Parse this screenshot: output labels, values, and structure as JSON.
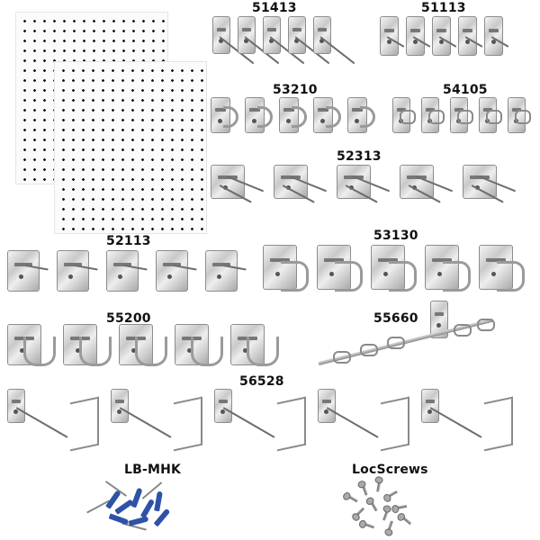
{
  "image": {
    "type": "product-kit-illustration",
    "background": "#ffffff"
  },
  "pegboards": [
    {
      "name": "pegboard-back",
      "color": "#fbfbfb",
      "hole_color": "#151515"
    },
    {
      "name": "pegboard-front",
      "color": "#fbfbfb",
      "hole_color": "#151515"
    }
  ],
  "groups": [
    {
      "id": "51413",
      "label": "51413",
      "count": 5,
      "style": "long-single-hook"
    },
    {
      "id": "51113",
      "label": "51113",
      "count": 5,
      "style": "short-single-hook"
    },
    {
      "id": "53210",
      "label": "53210",
      "count": 5,
      "style": "spring-clip"
    },
    {
      "id": "54105",
      "label": "54105",
      "count": 5,
      "style": "ring-holder"
    },
    {
      "id": "52313",
      "label": "52313",
      "count": 5,
      "style": "double-rod-hook"
    },
    {
      "id": "52113",
      "label": "52113",
      "count": 5,
      "style": "short-double-hook"
    },
    {
      "id": "53130",
      "label": "53130",
      "count": 5,
      "style": "wide-clip"
    },
    {
      "id": "55200",
      "label": "55200",
      "count": 5,
      "style": "j-hook"
    },
    {
      "id": "55660",
      "label": "55660",
      "count": 1,
      "style": "multi-tool-rack"
    },
    {
      "id": "56528",
      "label": "56528",
      "count": 5,
      "style": "loop-hook"
    },
    {
      "id": "LB-MHK",
      "label": "LB-MHK",
      "count": 1,
      "style": "anchor-hardware-kit"
    },
    {
      "id": "LocScrews",
      "label": "LocScrews",
      "count": 1,
      "style": "screw-pile"
    }
  ]
}
